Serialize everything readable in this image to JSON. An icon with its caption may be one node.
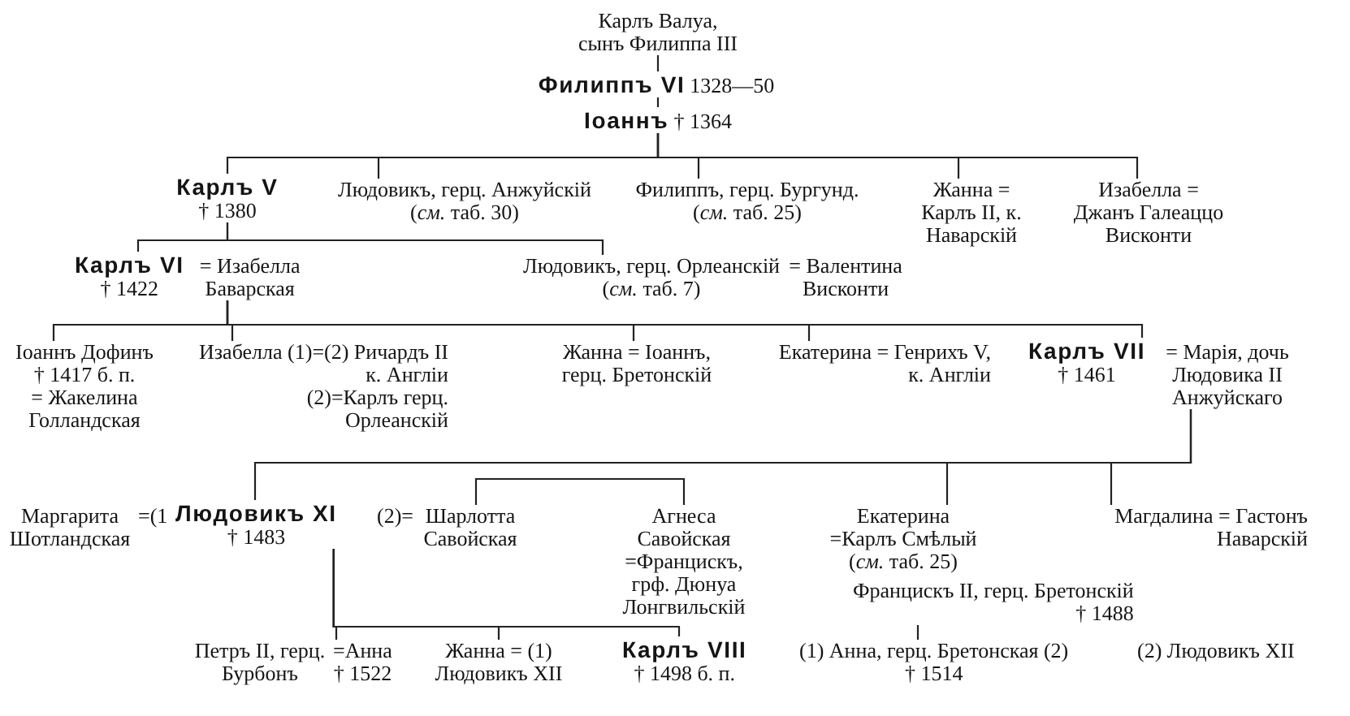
{
  "diagram": {
    "nodes": [
      {
        "text": [
          "Карлъ Валуа, сынъ Филиппа III"
        ]
      },
      {
        "text": [
          "Филиппъ VI",
          "1328—50"
        ]
      },
      {
        "text": [
          "Іоаннъ",
          "† 1364"
        ]
      },
      {
        "text": [
          "Карлъ V",
          "† 1380"
        ]
      },
      {
        "text": [
          "Людовикъ, герц. Анжуйскій",
          "(*см.* таб. 30)"
        ]
      },
      {
        "text": [
          "Филиппъ, герц. Бургунд.",
          "(*см.* таб. 25)"
        ]
      },
      {
        "text": [
          "Жанна = Карлъ II, к. Наварскій"
        ]
      },
      {
        "text": [
          "Изабелла = Джанъ Галеаццо Висконти"
        ]
      },
      {
        "text": [
          "Карлъ VI",
          "† 1422",
          "= Изабелла Баварская"
        ]
      },
      {
        "text": [
          "Людовикъ, герц. Орлеанскій",
          "(*см.* таб. 7)",
          "= Валентина Висконти"
        ]
      },
      {
        "text": [
          "Іоаннъ Дофинъ",
          "† 1417 б. п.",
          "= Жакелина Голландская"
        ]
      },
      {
        "text": [
          "Изабелла (1)=(2) Ричардъ II к. Англіи",
          "(2)=Карлъ герц. Орлеанскій"
        ]
      },
      {
        "text": [
          "Жанна = Іоаннъ, герц. Бретонскій"
        ]
      },
      {
        "text": [
          "Екатерина = Генрихъ V, к. Англіи"
        ]
      },
      {
        "text": [
          "Карлъ VII",
          "† 1461",
          "= Марія, дочь Людовика II Анжуйскаго"
        ]
      },
      {
        "text": [
          "Маргарита Шотландская"
        ],
        "beside": [
          "=(1"
        ]
      },
      {
        "text": [
          "Людовикъ XI",
          "† 1483"
        ]
      },
      {
        "text": [
          "Шарлотта Савойская"
        ],
        "beside": [
          "(2)="
        ]
      },
      {
        "text": [
          "Агнеса Савойская =Францискъ, грф. Дюнуа Лонгвильскій"
        ]
      },
      {
        "text": [
          "Екатерина =Карлъ Смѣлый",
          "(*см.* таб. 25)"
        ]
      },
      {
        "text": [
          "Магдалина = Гастонъ Наварскій"
        ]
      },
      {
        "text": [
          "Францискъ II, герц. Бретонскій",
          "† 1488"
        ]
      },
      {
        "text": [
          "Петръ II, герц. Бурбонъ",
          "=Анна",
          "† 1522"
        ]
      },
      {
        "text": [
          "Жанна = (1) Людовикъ XII"
        ]
      },
      {
        "text": [
          "Карлъ VIII",
          "† 1498 б. п."
        ]
      },
      {
        "text": [
          "(1) Анна, герц. Бретонская (2)",
          "† 1514"
        ]
      },
      {
        "text": [
          "(2) Людовикъ XII"
        ]
      }
    ],
    "edges": [
      {
        "from": 0,
        "to": 1,
        "arrow": "none"
      },
      {
        "from": 1,
        "to": 2,
        "arrow": "none"
      },
      {
        "from": 2,
        "to": 3,
        "arrow": "none"
      },
      {
        "from": 2,
        "to": 4,
        "arrow": "none"
      },
      {
        "from": 2,
        "to": 5,
        "arrow": "none"
      },
      {
        "from": 2,
        "to": 6,
        "arrow": "none"
      },
      {
        "from": 2,
        "to": 7,
        "arrow": "none"
      },
      {
        "from": 3,
        "to": 8,
        "arrow": "none"
      },
      {
        "from": 3,
        "to": 9,
        "arrow": "none"
      },
      {
        "from": 8,
        "to": 10,
        "arrow": "none"
      },
      {
        "from": 8,
        "to": 11,
        "arrow": "none"
      },
      {
        "from": 8,
        "to": 12,
        "arrow": "none"
      },
      {
        "from": 8,
        "to": 13,
        "arrow": "none"
      },
      {
        "from": 8,
        "to": 14,
        "arrow": "none"
      },
      {
        "from": 14,
        "to": 16,
        "arrow": "none"
      },
      {
        "from": 14,
        "to": 19,
        "arrow": "none"
      },
      {
        "from": 14,
        "to": 20,
        "arrow": "none"
      },
      {
        "from": 17,
        "to": 18,
        "arrow": "none"
      },
      {
        "from": 16,
        "to": 22,
        "arrow": "none"
      },
      {
        "from": 16,
        "to": 23,
        "arrow": "none"
      },
      {
        "from": 16,
        "to": 24,
        "arrow": "none"
      },
      {
        "from": 21,
        "to": 25,
        "arrow": "none"
      }
    ]
  }
}
